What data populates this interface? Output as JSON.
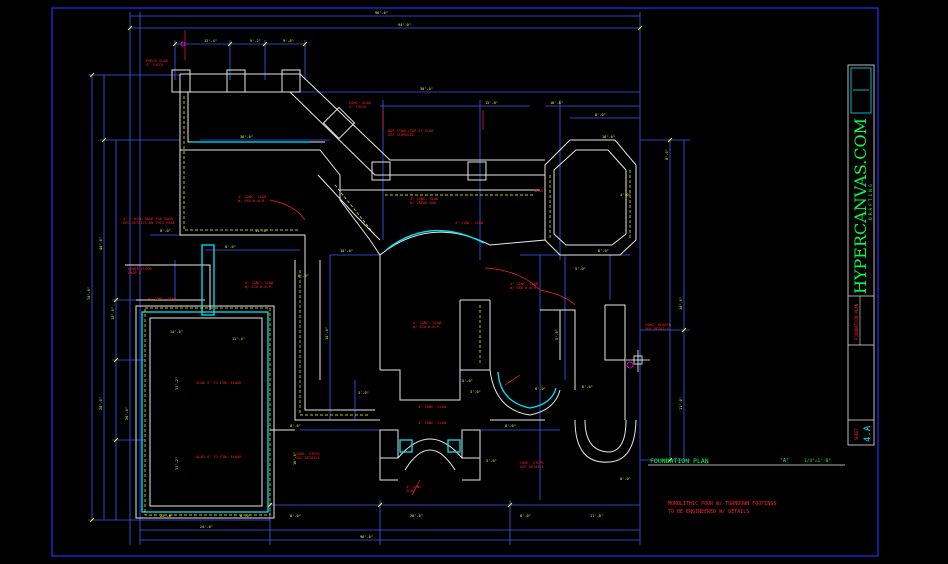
{
  "drawing": {
    "title_label": "FOUNDATION PLAN",
    "callout_letter": "\"A\"",
    "scale": "1/4\"=1'-0\"",
    "general_note_line1": "MONOLITHIC POUR W/ TURNDOWN FOOTINGS",
    "general_note_line2": "TO BE ENGINEERED W/ DETAILS",
    "overall_dim_top": "96'-0\"",
    "overall_dim_bottom": "96'-0\""
  },
  "title_block": {
    "brand": "HYPERCANVAS.COM",
    "brand_sub": "DRAFTING",
    "sheet_number": "4.A",
    "sheet_label": "SHEET",
    "project_label": "FOUNDATION PLAN"
  },
  "colors": {
    "background": "#000000",
    "border": "#1a33ff",
    "dimension": "#3a5cff",
    "wall": "#e6e6e6",
    "dim_text": "#ffff00",
    "note_text": "#ff2020",
    "label_text": "#00ff44",
    "cyan": "#00e5ff",
    "magenta": "#ff00ff"
  },
  "icons": [
    "crosshair-cursor-icon",
    "section-marker-icon"
  ]
}
